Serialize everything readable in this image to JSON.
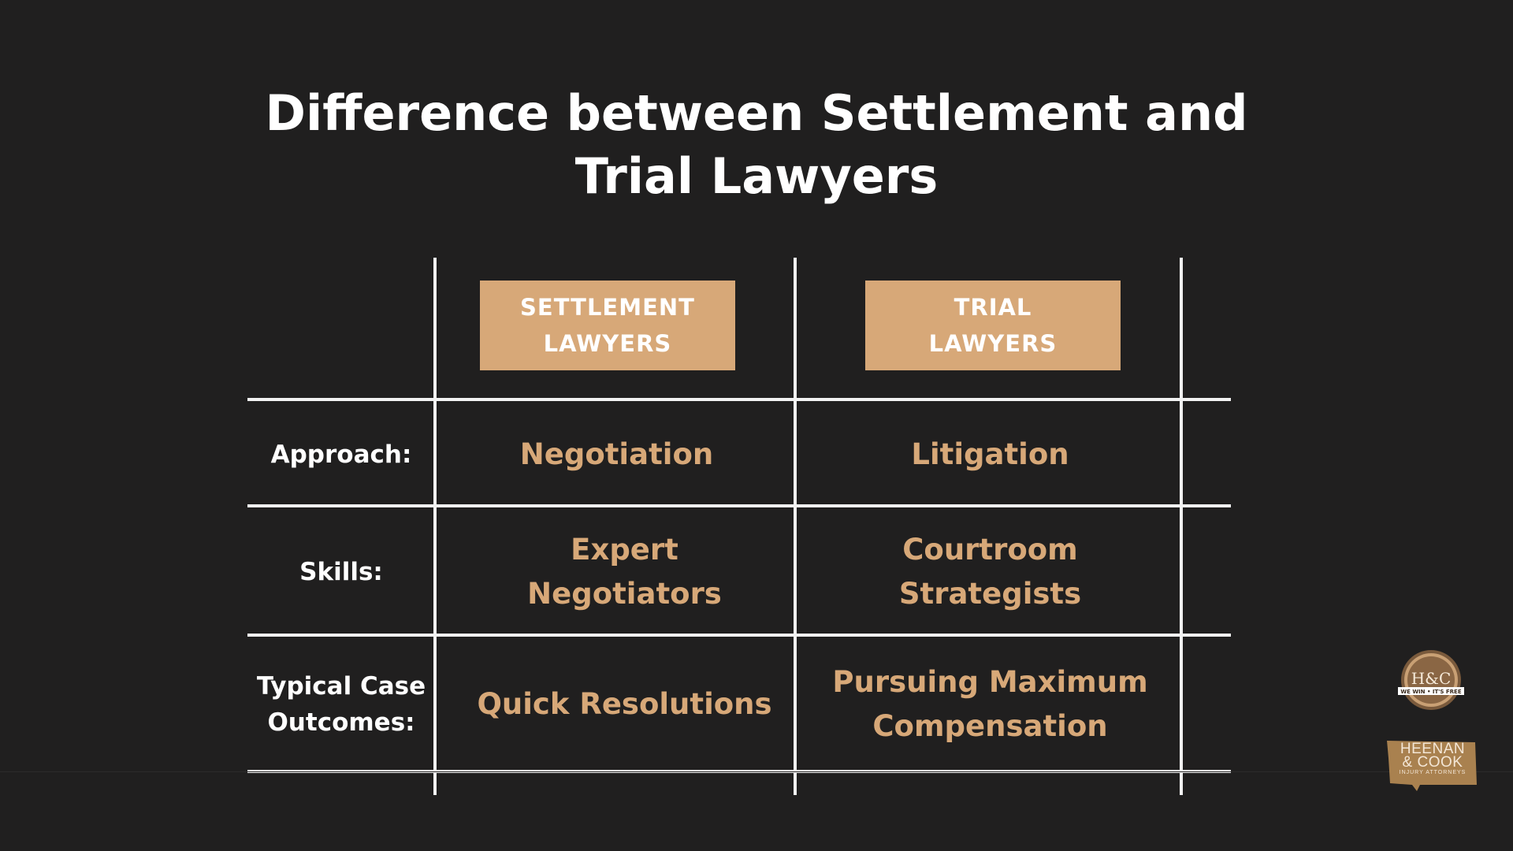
{
  "title": {
    "line1": "Difference between Settlement and",
    "line2": "Trial Lawyers"
  },
  "columns": [
    {
      "line1": "SETTLEMENT",
      "line2": "LAWYERS"
    },
    {
      "line1": "TRIAL",
      "line2": "LAWYERS"
    }
  ],
  "rows": [
    {
      "label": [
        "Approach:"
      ],
      "settlement": [
        "Negotiation"
      ],
      "trial": [
        "Litigation"
      ]
    },
    {
      "label": [
        "Skills:"
      ],
      "settlement": [
        "Expert",
        "Negotiators"
      ],
      "trial": [
        "Courtroom",
        "Strategists"
      ]
    },
    {
      "label": [
        "Typical Case",
        "Outcomes:"
      ],
      "settlement": [
        "Quick Resolutions"
      ],
      "trial": [
        "Pursuing Maximum",
        "Compensation"
      ]
    }
  ],
  "logo": {
    "seal_text": "H&C",
    "seal_band": "WE WIN • IT'S FREE",
    "brand_line1": "HEENAN",
    "brand_line2": "& COOK",
    "brand_sub": "INJURY ATTORNEYS"
  },
  "colors": {
    "background": "#201f1f",
    "accent": "#d7a878",
    "grid": "#f2f2f2",
    "text": "#ffffff"
  }
}
